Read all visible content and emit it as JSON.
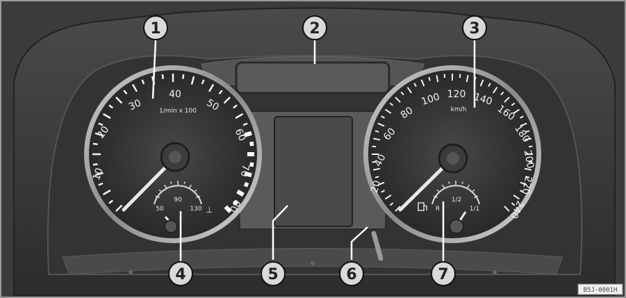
{
  "callouts": [
    "1",
    "2",
    "3",
    "4",
    "5",
    "6",
    "7"
  ],
  "tachometer": {
    "scale_labels": [
      "10",
      "20",
      "30",
      "40",
      "50",
      "60",
      "70",
      "80"
    ],
    "unit": "1/min x 100",
    "temp_gauge_labels": [
      "50",
      "90",
      "130"
    ]
  },
  "speedometer": {
    "scale_labels": [
      "20",
      "40",
      "60",
      "80",
      "100",
      "120",
      "140",
      "160",
      "180",
      "200",
      "220",
      "240"
    ],
    "unit": "km/h",
    "fuel_gauge_labels": [
      "R",
      "1/2",
      "1/1"
    ]
  },
  "image_code": "B5J-0001H",
  "colors": {
    "dash": "#3a3a3a",
    "callout_fill": "#d9d9d9",
    "gauge_face": "#2e2e2e",
    "display": "#4a4a4a"
  }
}
